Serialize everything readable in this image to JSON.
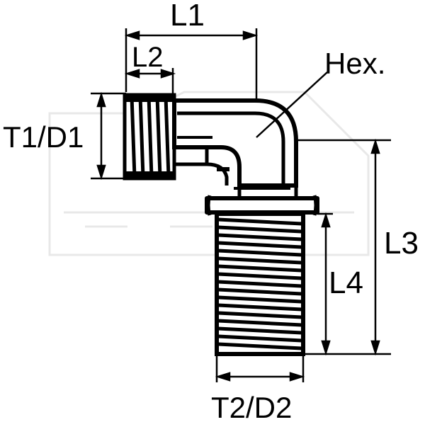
{
  "diagram": {
    "labels": {
      "l1": "L1",
      "l2": "L2",
      "hex": "Hex.",
      "t1d1": "T1/D1",
      "l3": "L3",
      "l4": "L4",
      "t2d2": "T2/D2"
    }
  }
}
